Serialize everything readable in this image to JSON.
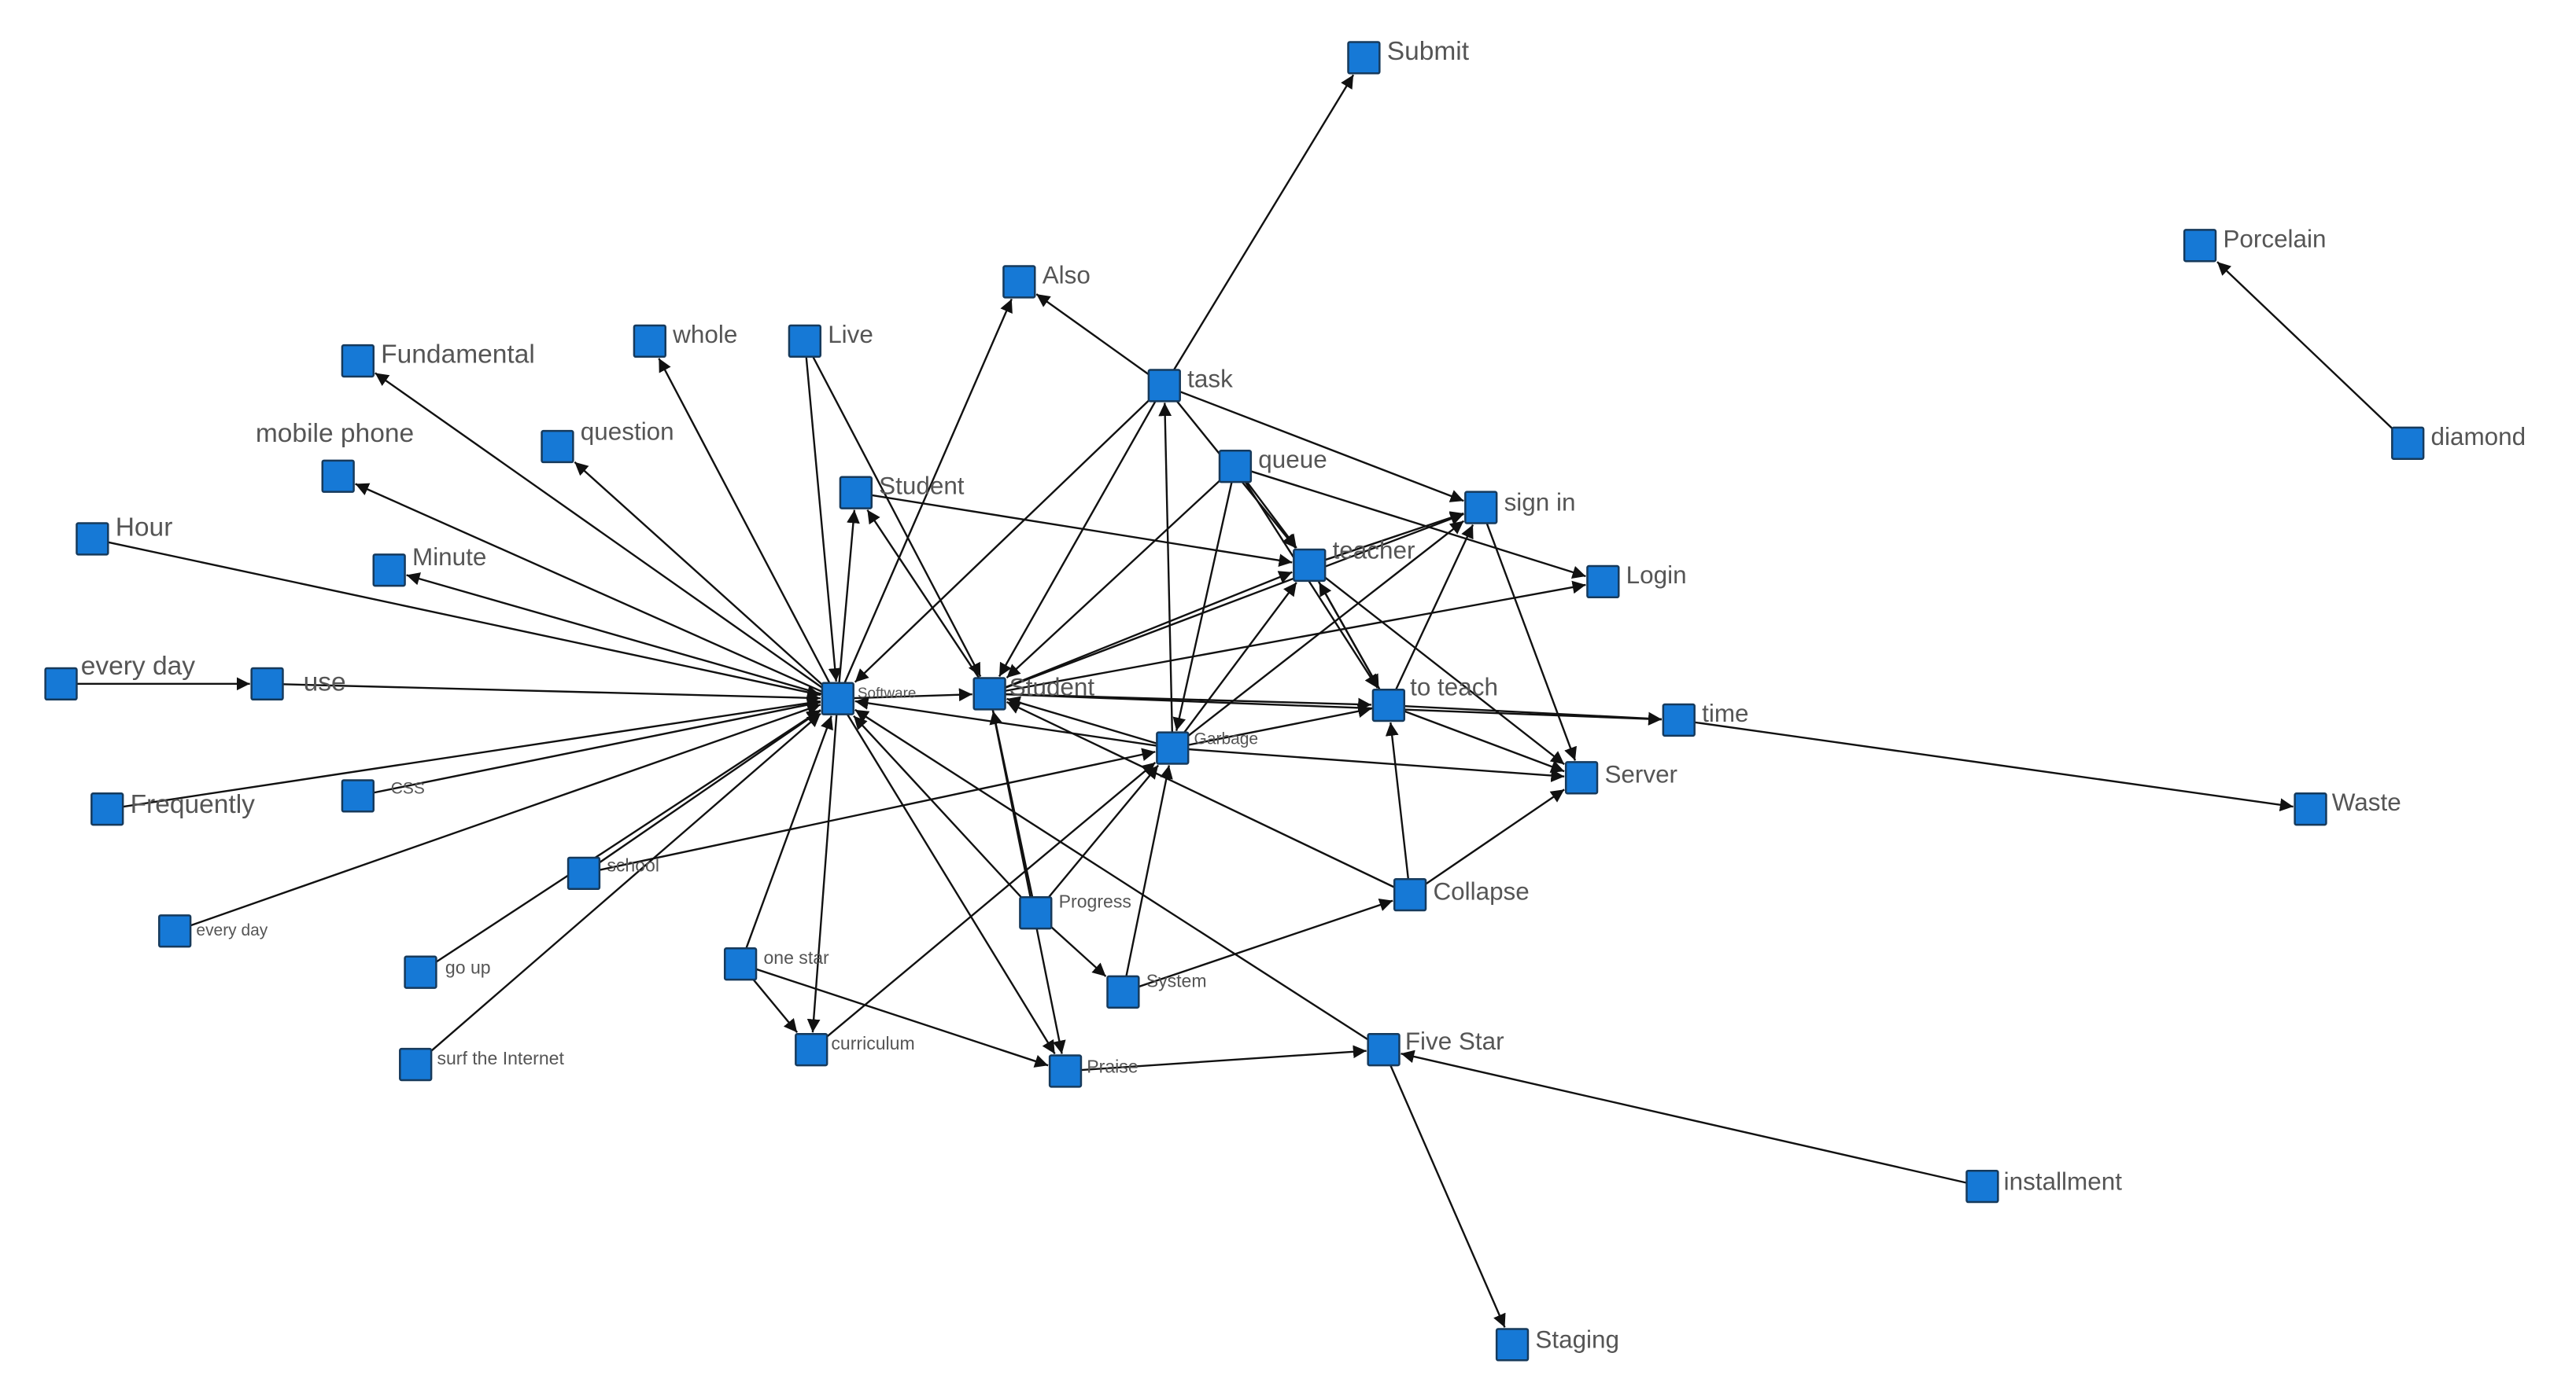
{
  "colors": {
    "node_fill": "#1679d6",
    "node_border": "#163a5c",
    "edge": "#111111",
    "label": "#555555",
    "background": "#ffffff"
  },
  "nodes": [
    {
      "id": "submit",
      "label": "Submit"
    },
    {
      "id": "porcelain",
      "label": "Porcelain"
    },
    {
      "id": "diamond",
      "label": "diamond"
    },
    {
      "id": "also",
      "label": "Also"
    },
    {
      "id": "task",
      "label": "task"
    },
    {
      "id": "fundamental",
      "label": "Fundamental"
    },
    {
      "id": "whole",
      "label": "whole"
    },
    {
      "id": "live",
      "label": "Live"
    },
    {
      "id": "mobile_phone",
      "label": "mobile phone"
    },
    {
      "id": "question",
      "label": "question"
    },
    {
      "id": "queue",
      "label": "queue"
    },
    {
      "id": "student_upper",
      "label": "Student"
    },
    {
      "id": "sign_in",
      "label": "sign in"
    },
    {
      "id": "hour",
      "label": "Hour"
    },
    {
      "id": "minute",
      "label": "Minute"
    },
    {
      "id": "teacher",
      "label": "teacher"
    },
    {
      "id": "login",
      "label": "Login"
    },
    {
      "id": "every_day_1",
      "label": "every day"
    },
    {
      "id": "use",
      "label": "use"
    },
    {
      "id": "software",
      "label": "Software"
    },
    {
      "id": "student_center",
      "label": "Student"
    },
    {
      "id": "to_teach",
      "label": "to teach"
    },
    {
      "id": "time",
      "label": "time"
    },
    {
      "id": "garbage",
      "label": "Garbage"
    },
    {
      "id": "server",
      "label": "Server"
    },
    {
      "id": "frequently",
      "label": "Frequently"
    },
    {
      "id": "css",
      "label": "CSS"
    },
    {
      "id": "waste",
      "label": "Waste"
    },
    {
      "id": "school",
      "label": "school"
    },
    {
      "id": "collapse",
      "label": "Collapse"
    },
    {
      "id": "progress",
      "label": "Progress"
    },
    {
      "id": "every_day_2",
      "label": "every day"
    },
    {
      "id": "go_up",
      "label": "go up"
    },
    {
      "id": "one_star",
      "label": "one star"
    },
    {
      "id": "system",
      "label": "System"
    },
    {
      "id": "five_star",
      "label": "Five Star"
    },
    {
      "id": "curriculum",
      "label": "curriculum"
    },
    {
      "id": "praise",
      "label": "Praise"
    },
    {
      "id": "surf_internet",
      "label": "surf the Internet"
    },
    {
      "id": "installment",
      "label": "installment"
    },
    {
      "id": "staging",
      "label": "Staging"
    }
  ],
  "edges": [
    {
      "from": "task",
      "to": "submit"
    },
    {
      "from": "diamond",
      "to": "porcelain"
    },
    {
      "from": "software",
      "to": "also"
    },
    {
      "from": "task",
      "to": "also"
    },
    {
      "from": "software",
      "to": "fundamental"
    },
    {
      "from": "software",
      "to": "whole"
    },
    {
      "from": "live",
      "to": "software"
    },
    {
      "from": "live",
      "to": "student_center"
    },
    {
      "from": "software",
      "to": "mobile_phone"
    },
    {
      "from": "software",
      "to": "question"
    },
    {
      "from": "hour",
      "to": "software"
    },
    {
      "from": "software",
      "to": "minute"
    },
    {
      "from": "every_day_1",
      "to": "use"
    },
    {
      "from": "use",
      "to": "software"
    },
    {
      "from": "css",
      "to": "software"
    },
    {
      "from": "frequently",
      "to": "software"
    },
    {
      "from": "every_day_2",
      "to": "software"
    },
    {
      "from": "school",
      "to": "software"
    },
    {
      "from": "school",
      "to": "garbage"
    },
    {
      "from": "go_up",
      "to": "software"
    },
    {
      "from": "surf_internet",
      "to": "software"
    },
    {
      "from": "one_star",
      "to": "software"
    },
    {
      "from": "one_star",
      "to": "curriculum"
    },
    {
      "from": "one_star",
      "to": "praise"
    },
    {
      "from": "software",
      "to": "student_upper"
    },
    {
      "from": "software",
      "to": "curriculum"
    },
    {
      "from": "software",
      "to": "praise"
    },
    {
      "from": "software",
      "to": "student_center"
    },
    {
      "from": "task",
      "to": "software"
    },
    {
      "from": "task",
      "to": "student_center"
    },
    {
      "from": "task",
      "to": "sign_in"
    },
    {
      "from": "task",
      "to": "teacher"
    },
    {
      "from": "queue",
      "to": "student_center"
    },
    {
      "from": "queue",
      "to": "teacher"
    },
    {
      "from": "queue",
      "to": "login"
    },
    {
      "from": "queue",
      "to": "garbage"
    },
    {
      "from": "queue",
      "to": "to_teach"
    },
    {
      "from": "student_upper",
      "to": "teacher"
    },
    {
      "from": "student_center",
      "to": "student_upper"
    },
    {
      "from": "student_center",
      "to": "teacher"
    },
    {
      "from": "student_center",
      "to": "sign_in"
    },
    {
      "from": "student_center",
      "to": "login"
    },
    {
      "from": "student_center",
      "to": "to_teach"
    },
    {
      "from": "student_center",
      "to": "time"
    },
    {
      "from": "student_center",
      "to": "praise"
    },
    {
      "from": "garbage",
      "to": "task"
    },
    {
      "from": "garbage",
      "to": "teacher"
    },
    {
      "from": "garbage",
      "to": "sign_in"
    },
    {
      "from": "garbage",
      "to": "to_teach"
    },
    {
      "from": "garbage",
      "to": "server"
    },
    {
      "from": "garbage",
      "to": "student_center"
    },
    {
      "from": "garbage",
      "to": "software"
    },
    {
      "from": "teacher",
      "to": "sign_in"
    },
    {
      "from": "teacher",
      "to": "to_teach"
    },
    {
      "from": "teacher",
      "to": "server"
    },
    {
      "from": "to_teach",
      "to": "teacher"
    },
    {
      "from": "to_teach",
      "to": "sign_in"
    },
    {
      "from": "to_teach",
      "to": "time"
    },
    {
      "from": "to_teach",
      "to": "server"
    },
    {
      "from": "sign_in",
      "to": "server"
    },
    {
      "from": "time",
      "to": "waste"
    },
    {
      "from": "progress",
      "to": "student_center"
    },
    {
      "from": "progress",
      "to": "garbage"
    },
    {
      "from": "progress",
      "to": "system"
    },
    {
      "from": "progress",
      "to": "software"
    },
    {
      "from": "system",
      "to": "collapse"
    },
    {
      "from": "system",
      "to": "garbage"
    },
    {
      "from": "collapse",
      "to": "server"
    },
    {
      "from": "collapse",
      "to": "to_teach"
    },
    {
      "from": "collapse",
      "to": "student_center"
    },
    {
      "from": "five_star",
      "to": "software"
    },
    {
      "from": "five_star",
      "to": "staging"
    },
    {
      "from": "installment",
      "to": "five_star"
    },
    {
      "from": "praise",
      "to": "five_star"
    },
    {
      "from": "curriculum",
      "to": "garbage"
    }
  ]
}
